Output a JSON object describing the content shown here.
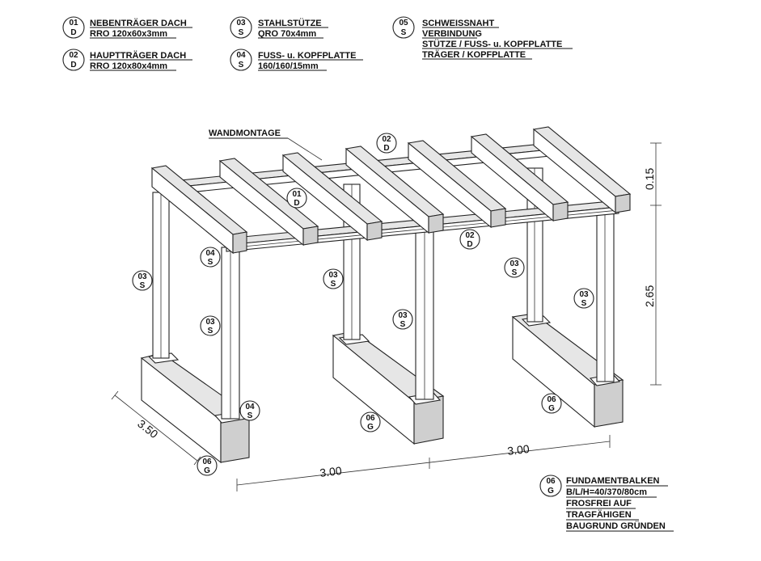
{
  "legend": [
    {
      "num": "01",
      "code": "D",
      "lines": [
        "NEBENTRÄGER DACH",
        "RRO 120x60x3mm"
      ]
    },
    {
      "num": "02",
      "code": "D",
      "lines": [
        "HAUPTTRÄGER DACH",
        "RRO 120x80x4mm"
      ]
    },
    {
      "num": "03",
      "code": "S",
      "lines": [
        "STAHLSTÜTZE",
        "QRO 70x4mm"
      ]
    },
    {
      "num": "04",
      "code": "S",
      "lines": [
        "FUSS- u. KOPFPLATTE",
        "160/160/15mm"
      ]
    },
    {
      "num": "05",
      "code": "S",
      "lines": [
        "SCHWEISSNAHT",
        "VERBINDUNG",
        "STÜTZE / FUSS- u. KOPFPLATTE",
        "TRÄGER / KOPFPLATTE"
      ]
    }
  ],
  "wall_label": "WANDMONTAGE",
  "dimensions": {
    "depth": "3.50",
    "bay_left": "3.00",
    "bay_right": "3.00",
    "height": "2.65",
    "beam": "0.15"
  },
  "markers": [
    {
      "num": "02",
      "code": "D"
    },
    {
      "num": "01",
      "code": "D"
    },
    {
      "num": "02",
      "code": "D"
    },
    {
      "num": "04",
      "code": "S"
    },
    {
      "num": "03",
      "code": "S"
    },
    {
      "num": "03",
      "code": "S"
    },
    {
      "num": "03",
      "code": "S"
    },
    {
      "num": "03",
      "code": "S"
    },
    {
      "num": "03",
      "code": "S"
    },
    {
      "num": "03",
      "code": "S"
    },
    {
      "num": "04",
      "code": "S"
    },
    {
      "num": "06",
      "code": "G"
    },
    {
      "num": "06",
      "code": "G"
    },
    {
      "num": "06",
      "code": "G"
    }
  ],
  "note": {
    "num": "06",
    "code": "G",
    "lines": [
      "FUNDAMENTBALKEN",
      "B/L/H=40/370/80cm",
      "FROSFREI AUF",
      "TRAGFÄHIGEN",
      "BAUGRUND GRÜNDEN"
    ]
  }
}
